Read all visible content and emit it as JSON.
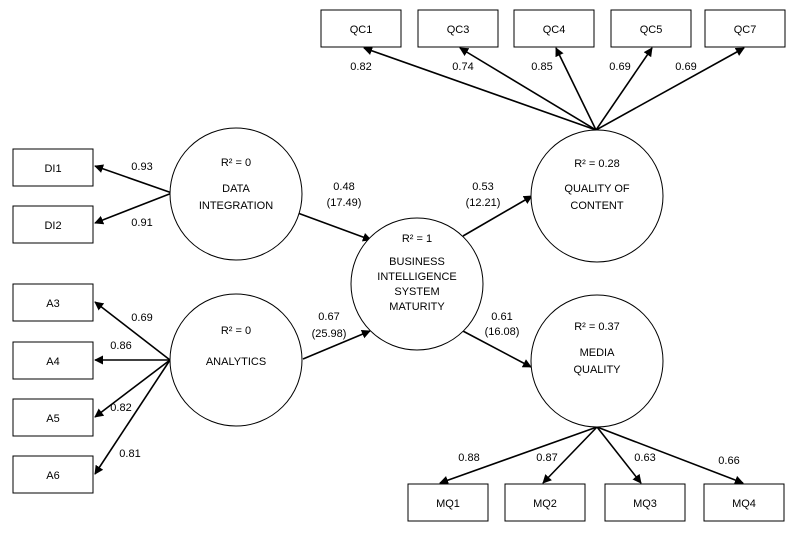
{
  "indicators": {
    "QC1": "QC1",
    "QC3": "QC3",
    "QC4": "QC4",
    "QC5": "QC5",
    "QC7": "QC7",
    "DI1": "DI1",
    "DI2": "DI2",
    "A3": "A3",
    "A4": "A4",
    "A5": "A5",
    "A6": "A6",
    "MQ1": "MQ1",
    "MQ2": "MQ2",
    "MQ3": "MQ3",
    "MQ4": "MQ4"
  },
  "constructs": {
    "data_integration": {
      "r2": "R² = 0",
      "lines": [
        "DATA",
        "INTEGRATION"
      ]
    },
    "analytics": {
      "r2": "R² = 0",
      "lines": [
        "ANALYTICS"
      ]
    },
    "bis_maturity": {
      "r2": "R² = 1",
      "lines": [
        "BUSINESS",
        "INTELLIGENCE",
        "SYSTEM",
        "MATURITY"
      ]
    },
    "quality_of_content": {
      "r2": "R² = 0.28",
      "lines": [
        "QUALITY OF",
        "CONTENT"
      ]
    },
    "media_quality": {
      "r2": "R² = 0.37",
      "lines": [
        "MEDIA",
        "QUALITY"
      ]
    }
  },
  "loadings": {
    "QC1": "0.82",
    "QC3": "0.74",
    "QC4": "0.85",
    "QC5": "0.69",
    "QC7": "0.69",
    "DI1": "0.93",
    "DI2": "0.91",
    "A3": "0.69",
    "A4": "0.86",
    "A5": "0.82",
    "A6": "0.81",
    "MQ1": "0.88",
    "MQ2": "0.87",
    "MQ3": "0.63",
    "MQ4": "0.66"
  },
  "paths": {
    "di_to_bis": {
      "coef": "0.48",
      "t": "(17.49)"
    },
    "an_to_bis": {
      "coef": "0.67",
      "t": "(25.98)"
    },
    "bis_to_qc": {
      "coef": "0.53",
      "t": "(12.21)"
    },
    "bis_to_mq": {
      "coef": "0.61",
      "t": "(16.08)"
    }
  }
}
